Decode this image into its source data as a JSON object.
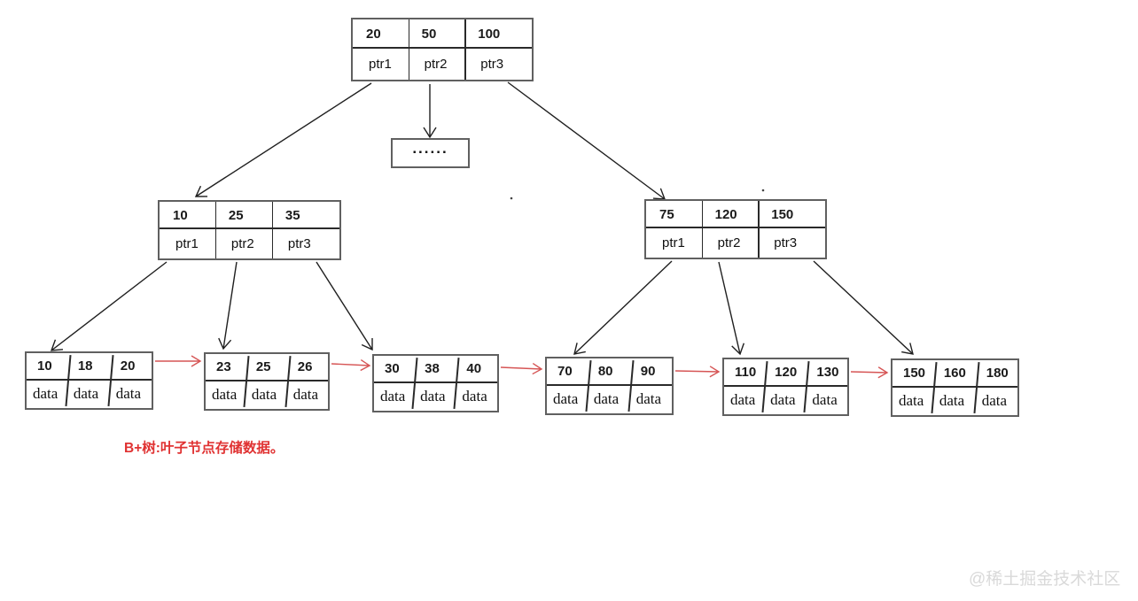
{
  "colors": {
    "edge": "#1f1f1f",
    "link": "#d65555",
    "caption-red": "#e03232",
    "node-border": "#606060",
    "divider": "#2a2a2a",
    "watermark": "#d9d9d9"
  },
  "tree": {
    "root": {
      "keys": [
        "20",
        "50",
        "100"
      ],
      "pointers": [
        "ptr1",
        "ptr2",
        "ptr3"
      ]
    },
    "ellipsis_label": "......",
    "internal_nodes": [
      {
        "keys": [
          "10",
          "25",
          "35"
        ],
        "pointers": [
          "ptr1",
          "ptr2",
          "ptr3"
        ]
      },
      {
        "keys": [
          "75",
          "120",
          "150"
        ],
        "pointers": [
          "ptr1",
          "ptr2",
          "ptr3"
        ]
      }
    ],
    "leaf_nodes": [
      {
        "keys": [
          "10",
          "18",
          "20"
        ],
        "values": [
          "data",
          "data",
          "data"
        ]
      },
      {
        "keys": [
          "23",
          "25",
          "26"
        ],
        "values": [
          "data",
          "data",
          "data"
        ]
      },
      {
        "keys": [
          "30",
          "38",
          "40"
        ],
        "values": [
          "data",
          "data",
          "data"
        ]
      },
      {
        "keys": [
          "70",
          "80",
          "90"
        ],
        "values": [
          "data",
          "data",
          "data"
        ]
      },
      {
        "keys": [
          "110",
          "120",
          "130"
        ],
        "values": [
          "data",
          "data",
          "data"
        ]
      },
      {
        "keys": [
          "150",
          "160",
          "180"
        ],
        "values": [
          "data",
          "data",
          "data"
        ]
      }
    ],
    "caption": "B+树:叶子节点存储数据。",
    "watermark": "@稀土掘金技术社区"
  }
}
